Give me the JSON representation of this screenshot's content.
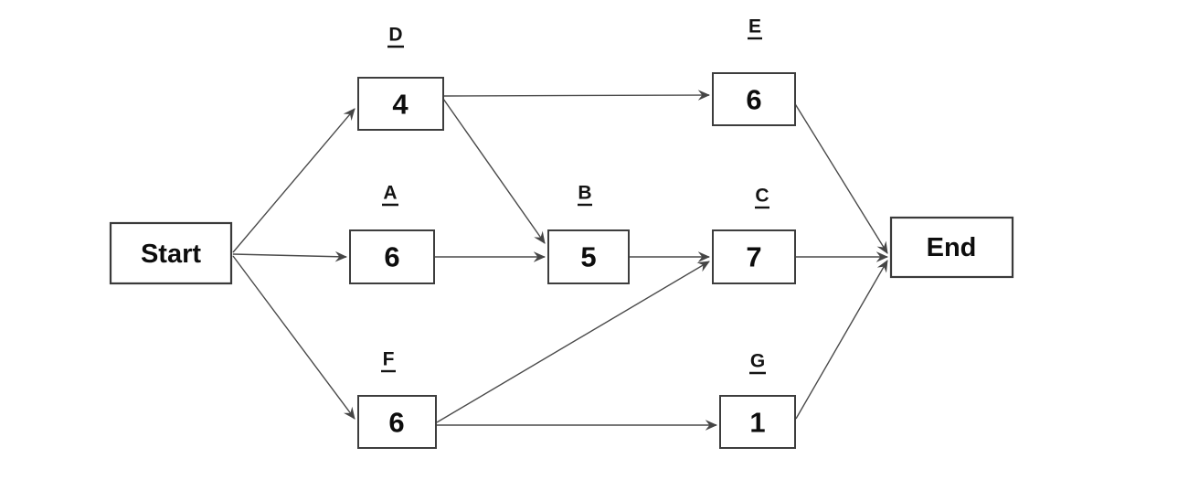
{
  "diagram": {
    "type": "activity-on-node-network",
    "terminals": {
      "start_label": "Start",
      "end_label": "End"
    },
    "activities": [
      {
        "letter": "D",
        "duration": "4"
      },
      {
        "letter": "E",
        "duration": "6"
      },
      {
        "letter": "A",
        "duration": "6"
      },
      {
        "letter": "B",
        "duration": "5"
      },
      {
        "letter": "C",
        "duration": "7"
      },
      {
        "letter": "F",
        "duration": "6"
      },
      {
        "letter": "G",
        "duration": "1"
      }
    ],
    "edges": [
      {
        "from": "Start",
        "to": "D"
      },
      {
        "from": "Start",
        "to": "A"
      },
      {
        "from": "Start",
        "to": "F"
      },
      {
        "from": "D",
        "to": "E"
      },
      {
        "from": "D",
        "to": "B"
      },
      {
        "from": "A",
        "to": "B"
      },
      {
        "from": "B",
        "to": "C"
      },
      {
        "from": "F",
        "to": "C"
      },
      {
        "from": "F",
        "to": "G"
      },
      {
        "from": "E",
        "to": "End"
      },
      {
        "from": "C",
        "to": "End"
      },
      {
        "from": "G",
        "to": "End"
      }
    ],
    "colors": {
      "background": "#ffffff",
      "box_stroke": "#3d3d3d",
      "edge_line": "#4a4a4a",
      "text": "#0d0d0d"
    }
  }
}
